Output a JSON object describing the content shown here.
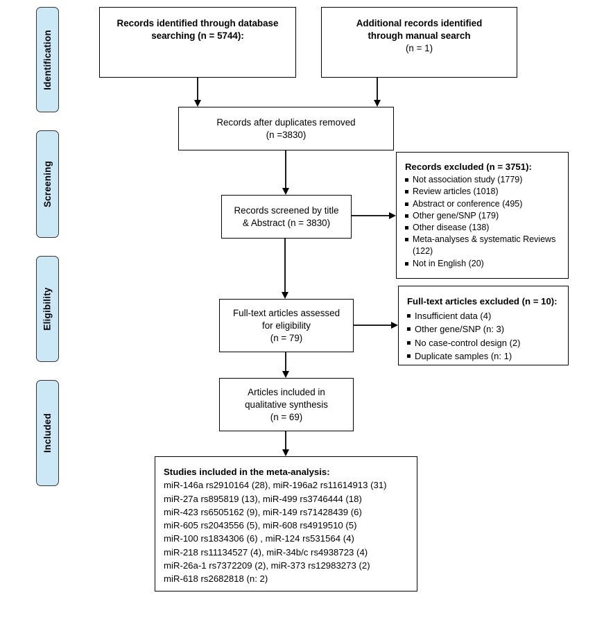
{
  "phases": {
    "identification": "Identification",
    "screening": "Screening",
    "eligibility": "Eligibility",
    "included": "Included"
  },
  "boxes": {
    "database": {
      "line1": "Records identified through database",
      "line2": "searching (n = 5744):"
    },
    "manual": {
      "line1": "Additional records identified",
      "line2": "through manual search",
      "line3": "(n = 1)"
    },
    "duplicates": {
      "line1": "Records after duplicates removed",
      "line2": "(n =3830)"
    },
    "screened": {
      "line1": "Records screened by title",
      "line2": "& Abstract (n = 3830)"
    },
    "fulltext": {
      "line1": "Full-text articles assessed",
      "line2": "for eligibility",
      "line3": "(n =  79)"
    },
    "qualitative": {
      "line1": "Articles included in",
      "line2": "qualitative synthesis",
      "line3": "(n = 69)"
    }
  },
  "records_excluded": {
    "title": "Records excluded (n = 3751):",
    "items": [
      "Not association study (1779)",
      "Review articles (1018)",
      "Abstract or conference (495)",
      "Other gene/SNP (179)",
      "Other disease (138)",
      "Meta-analyses & systematic Reviews (122)",
      "Not in English (20)"
    ]
  },
  "fulltext_excluded": {
    "title": "Full-text articles excluded (n = 10):",
    "items": [
      "Insufficient data (4)",
      "Other gene/SNP (n: 3)",
      "No case-control design (2)",
      "Duplicate samples (n: 1)"
    ]
  },
  "meta_analysis": {
    "title": "Studies included in the meta-analysis:",
    "lines": [
      "miR-146a rs2910164 (28), miR-196a2 rs11614913 (31)",
      "miR-27a rs895819 (13), miR-499 rs3746444 (18)",
      "miR-423 rs6505162 (9), miR-149 rs71428439 (6)",
      "miR-605 rs2043556 (5), miR-608 rs4919510 (5)",
      "miR-100 rs1834306 (6) , miR-124 rs531564 (4)",
      "miR-218 rs11134527 (4), miR-34b/c rs4938723 (4)",
      "miR-26a-1 rs7372209 (2), miR-373 rs12983273 (2)",
      "miR-618 rs2682818 (n: 2)"
    ]
  }
}
